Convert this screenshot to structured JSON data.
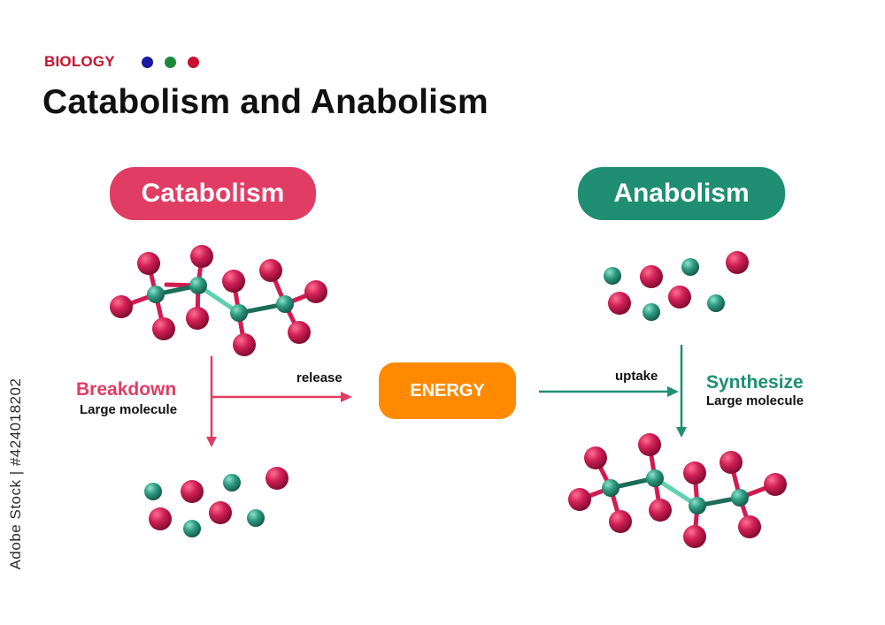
{
  "header": {
    "category": "BIOLOGY",
    "category_color": "#c8102e",
    "dots": [
      "#1a1a9e",
      "#1a8a3a",
      "#c8102e"
    ],
    "title": "Catabolism and Anabolism"
  },
  "catabolism": {
    "title": "Catabolism",
    "color": "#e13c64",
    "process_title": "Breakdown",
    "process_subtitle": "Large molecule",
    "arrow_label": "release"
  },
  "center": {
    "label": "ENERGY",
    "color": "#ff8a00"
  },
  "anabolism": {
    "title": "Anabolism",
    "color": "#1f8e73",
    "process_title": "Synthesize",
    "process_subtitle": "Large molecule",
    "arrow_label": "uptake"
  },
  "watermark": {
    "stock_id": "Adobe Stock | #424018202"
  },
  "colors": {
    "red_atom": "#c8174c",
    "teal_atom": "#2e8c78"
  }
}
